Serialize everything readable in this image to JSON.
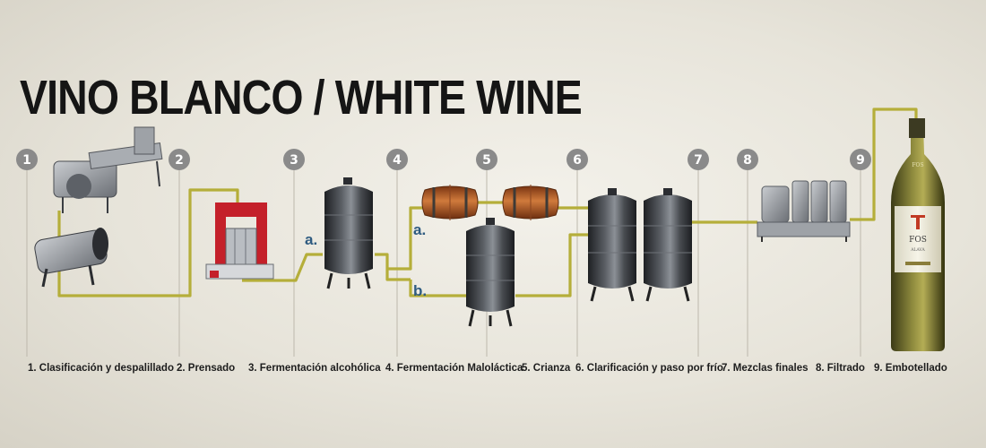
{
  "title": "VINO BLANCO / WHITE WINE",
  "steps": [
    {
      "number": "1",
      "caption": "1. Clasificación y despalillado"
    },
    {
      "number": "2",
      "caption": "2. Prensado"
    },
    {
      "number": "3",
      "caption": "3. Fermentación alcohólica"
    },
    {
      "number": "4",
      "caption": "4. Fermentación Maloláctica"
    },
    {
      "number": "5",
      "caption": "5. Crianza"
    },
    {
      "number": "6",
      "caption": "6. Clarificación y paso por frío"
    },
    {
      "number": "7",
      "caption": "7. Mezclas finales"
    },
    {
      "number": "8",
      "caption": "8. Filtrado"
    },
    {
      "number": "9",
      "caption": "9. Embotellado"
    }
  ],
  "branches": {
    "a1": "a.",
    "a2": "a.",
    "b": "b."
  },
  "bottle": {
    "brand": "FOS",
    "region": "ALAVA"
  },
  "colors": {
    "pipe": "#b5ae3a",
    "badge": "#8a8a8a",
    "branch_label": "#2e5b80",
    "steel": "#3a3d42",
    "barrel": "#b05a24"
  }
}
